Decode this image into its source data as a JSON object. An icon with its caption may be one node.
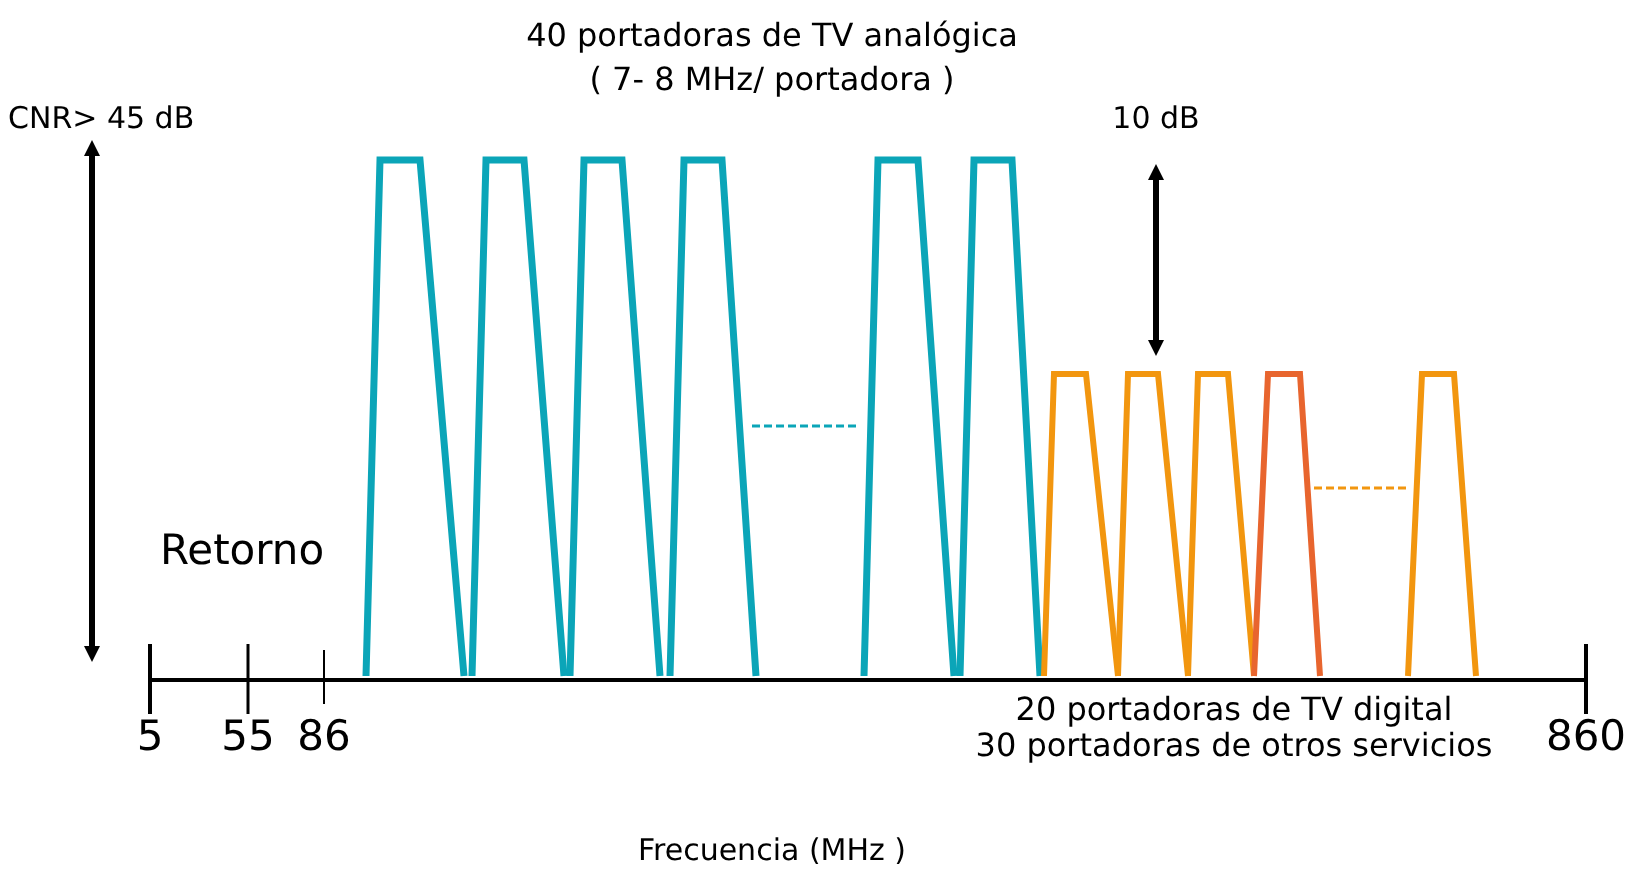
{
  "diagram": {
    "labels": [
      "40 portadoras de TV analógica",
      "( 7- 8 MHz/ portadora )",
      "CNR> 45 dB",
      "10 dB",
      "Retorno",
      "5",
      "55",
      "86",
      "20 portadoras de TV digital",
      "30 portadoras de otros servicios",
      "860",
      "Frecuencia (MHz )"
    ]
  }
}
